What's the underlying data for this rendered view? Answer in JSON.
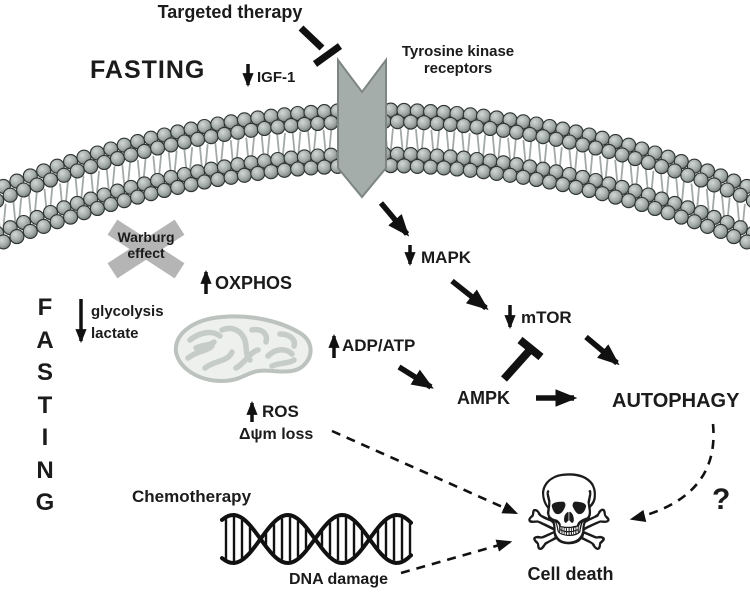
{
  "labels": {
    "targeted_therapy": "Targeted therapy",
    "fasting_top": "FASTING",
    "igf1": "IGF-1",
    "tyrosine_receptors": "Tyrosine kinase\nreceptors",
    "warburg": "Warburg\neffect",
    "oxphos": "OXPHOS",
    "fasting_vertical": "F\nA\nS\nT\nI\nN\nG",
    "glycolysis_lactate": "glycolysis\nlactate",
    "mapk": "MAPK",
    "mtor": "mTOR",
    "adp_atp": "ADP/ATP",
    "ampk": "AMPK",
    "autophagy": "AUTOPHAGY",
    "ros": "ROS",
    "psi_loss": "Δψm loss",
    "chemotherapy": "Chemotherapy",
    "dna_damage": "DNA damage",
    "cell_death": "Cell death",
    "question_mark": "?"
  },
  "icons": {
    "skull_glyph": "☠"
  },
  "colors": {
    "text": "#1b1b1b",
    "arrow": "#111111",
    "receptor_fill": "#a5adaa",
    "receptor_stroke": "#7e8683",
    "warburg_x": "#b5b5b5",
    "membrane_bead_dark": "#6f7875",
    "membrane_bead_light": "#d2d7d5",
    "mitochondrion_fill": "#eef0ee",
    "mitochondrion_stroke": "#bcc2be",
    "cristae": "#c6ccc8"
  }
}
